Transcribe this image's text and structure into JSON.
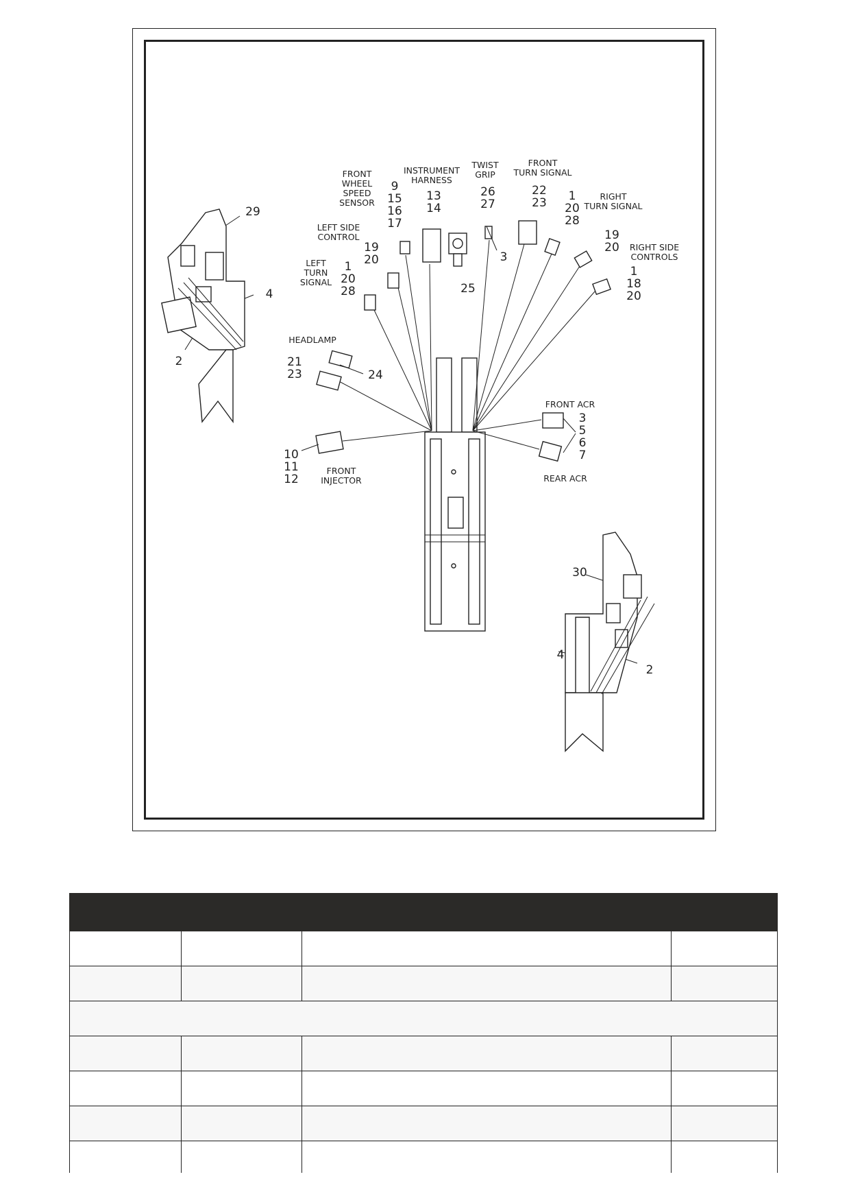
{
  "diagram": {
    "labels": {
      "front_wheel_speed_sensor": [
        "FRONT",
        "WHEEL",
        "SPEED",
        "SENSOR"
      ],
      "instrument_harness": [
        "INSTRUMENT",
        "HARNESS"
      ],
      "twist_grip": [
        "TWIST",
        "GRIP"
      ],
      "front_turn_signal": [
        "FRONT",
        "TURN SIGNAL"
      ],
      "right_turn_signal": [
        "RIGHT",
        "TURN SIGNAL"
      ],
      "left_side_control": [
        "LEFT SIDE",
        "CONTROL"
      ],
      "right_side_controls": [
        "RIGHT SIDE",
        "CONTROLS"
      ],
      "left_turn_signal": [
        "LEFT",
        "TURN",
        "SIGNAL"
      ],
      "headlamp": "HEADLAMP",
      "front_acr": "FRONT ACR",
      "rear_acr": "REAR ACR",
      "front_injector": [
        "FRONT",
        "INJECTOR"
      ]
    },
    "callouts": {
      "wheel_speed": [
        "9",
        "15",
        "16",
        "17"
      ],
      "instrument": [
        "13",
        "14"
      ],
      "twist_grip": [
        "26",
        "27"
      ],
      "front_turn": [
        "22",
        "23"
      ],
      "right_turn": [
        "1",
        "20",
        "28"
      ],
      "right_controls_a": [
        "19",
        "20"
      ],
      "right_controls_b": [
        "1",
        "18",
        "20"
      ],
      "left_control": [
        "19",
        "20"
      ],
      "left_turn": [
        "1",
        "20",
        "28"
      ],
      "headlamp": [
        "21",
        "23"
      ],
      "headlamp_b": "24",
      "acr": [
        "3",
        "5",
        "6",
        "7"
      ],
      "injector": [
        "10",
        "11",
        "12"
      ],
      "item_3": "3",
      "item_25": "25",
      "item_29": "29",
      "item_4_left": "4",
      "item_2_left": "2",
      "item_30": "30",
      "item_4_right": "4",
      "item_2_right": "2"
    }
  },
  "table": {
    "headers": [
      "",
      "",
      "",
      ""
    ],
    "rows": [
      {
        "type": "row",
        "cells": [
          "",
          "",
          "",
          ""
        ]
      },
      {
        "type": "row",
        "cells": [
          "",
          "",
          "",
          ""
        ]
      },
      {
        "type": "section",
        "cells": [
          ""
        ]
      },
      {
        "type": "row",
        "cells": [
          "",
          "",
          "",
          ""
        ]
      },
      {
        "type": "row",
        "cells": [
          "",
          "",
          "",
          ""
        ]
      },
      {
        "type": "row",
        "cells": [
          "",
          "",
          "",
          ""
        ]
      },
      {
        "type": "row",
        "cells": [
          "",
          "",
          "",
          ""
        ]
      }
    ]
  }
}
